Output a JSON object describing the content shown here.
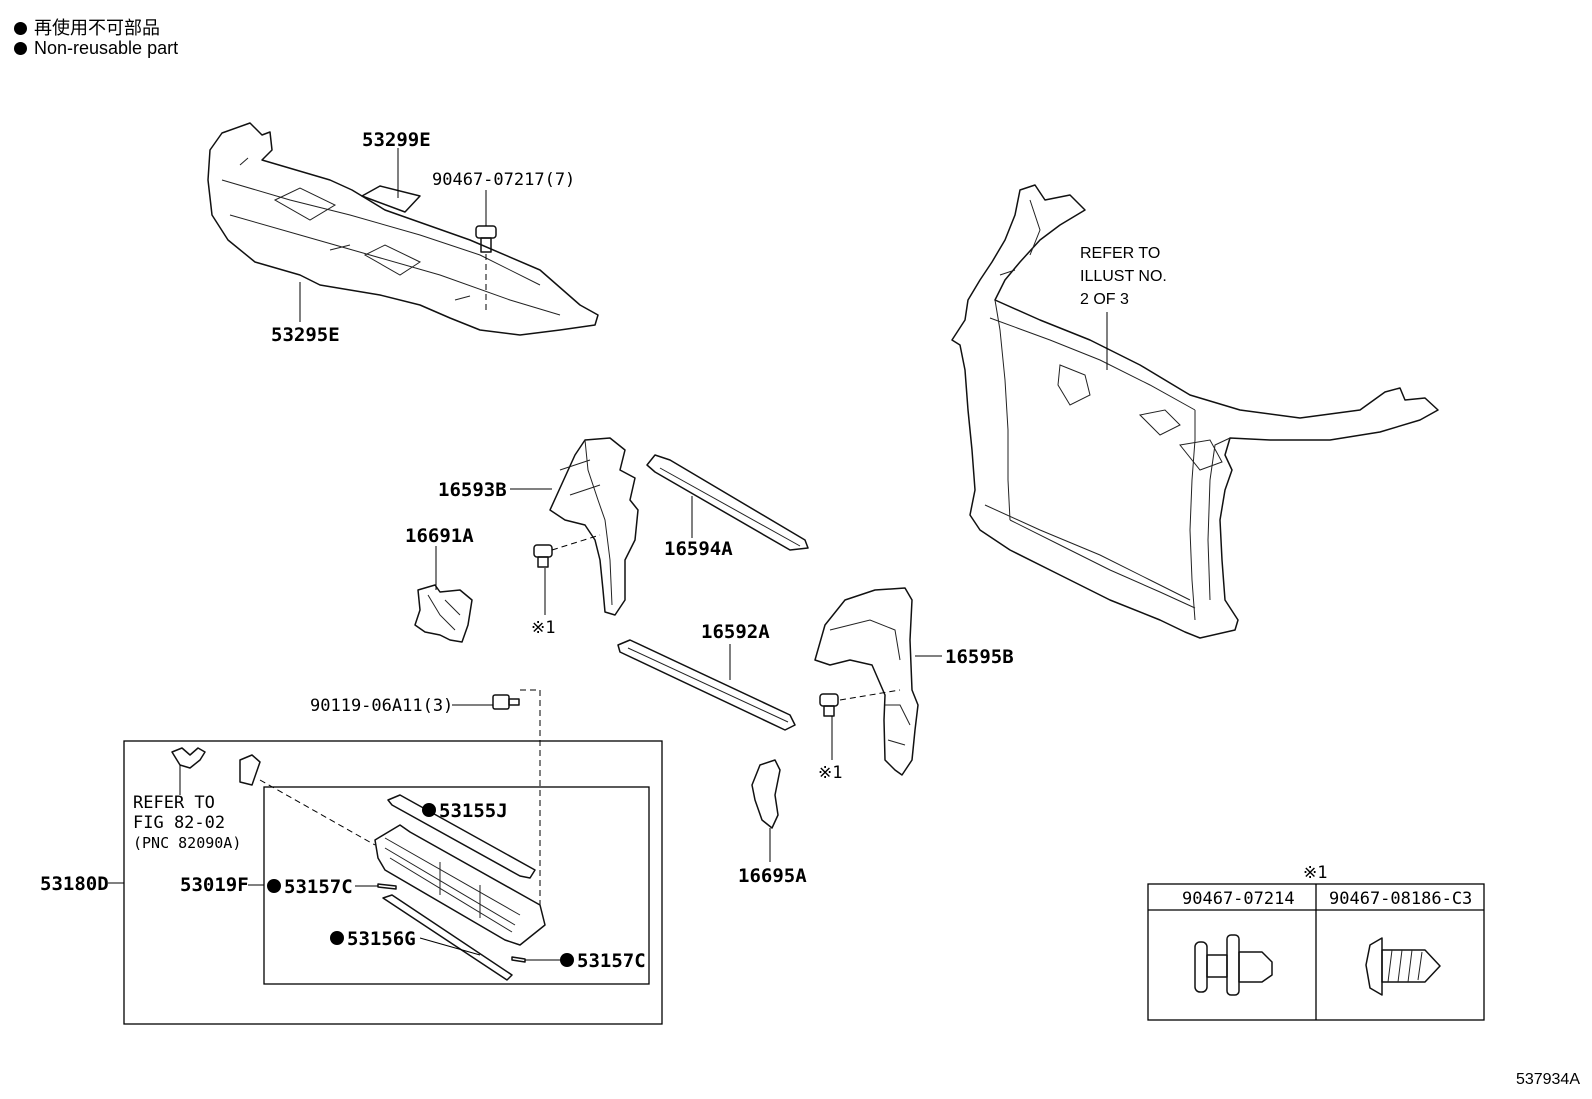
{
  "legend": {
    "japanese": "再使用不可部品",
    "english": "Non-reusable part"
  },
  "labels": {
    "p53299E": "53299E",
    "p90467_07217": "90467-07217(7)",
    "p53295E": "53295E",
    "p16593B": "16593B",
    "p16594A": "16594A",
    "p16691A": "16691A",
    "p16592A": "16592A",
    "p16595B": "16595B",
    "p90119": "90119-06A11(3)",
    "p16695A": "16695A",
    "p53180D": "53180D",
    "p53019F": "53019F",
    "p53155J": "53155J",
    "p53157C_a": "53157C",
    "p53156G": "53156G",
    "p53157C_b": "53157C",
    "note1_a": "※1",
    "note1_b": "※1",
    "note1_table": "※1"
  },
  "refer_illust": [
    "REFER TO",
    "ILLUST NO.",
    "2 OF 3"
  ],
  "refer_fig": [
    "REFER TO",
    "FIG 82-02",
    "(PNC 82090A)"
  ],
  "table": {
    "col1": "90467-07214",
    "col2": "90467-08186-C3"
  },
  "ref_code": "537934A"
}
